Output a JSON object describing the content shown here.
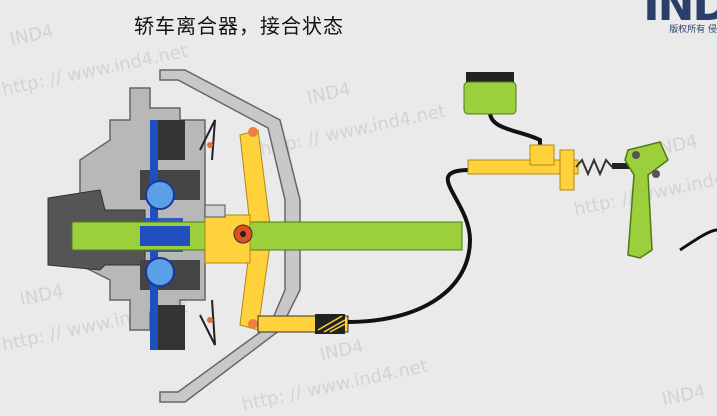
{
  "header": {
    "title": "轿车离合器，接合状态"
  },
  "logo": {
    "letters": "IND",
    "caption": "版权所有 侵"
  },
  "watermarks": {
    "brand": "IND4",
    "url": "http: // www.ind4.net"
  },
  "colors": {
    "background": "#eaeaea",
    "housing": "#b8b8b8",
    "housing_stroke": "#666666",
    "flywheel_dark": "#555555",
    "shaft": "#9bcf3c",
    "bearing_yellow": "#ffd23c",
    "friction_blue": "#2050c0",
    "hydraulic_line": "#111111",
    "reservoir": "#9bcf3c",
    "pedal": "#9bcf3c",
    "cylinder": "#f5c842"
  }
}
